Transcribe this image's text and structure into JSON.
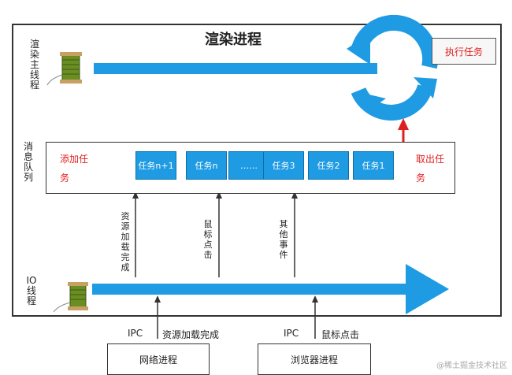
{
  "title": "渲染进程",
  "main_thread_label": "渲染主线程",
  "exec_task_label": "执行任务",
  "message_queue_label": "消息队列",
  "add_task_label": "添加任务",
  "take_task_label": "取出任务",
  "tasks": [
    "任务n+1",
    "任务n",
    "……",
    "任务3",
    "任务2",
    "任务1"
  ],
  "events": [
    "资源加载完成",
    "鼠标点击",
    "其他事件"
  ],
  "io_thread_label": "IO线程",
  "ipc": [
    {
      "protocol": "IPC",
      "event": "资源加载完成",
      "source": "网络进程"
    },
    {
      "protocol": "IPC",
      "event": "鼠标点击",
      "source": "浏览器进程"
    }
  ],
  "watermark": "@稀土掘金技术社区",
  "colors": {
    "accent": "#1e9be3",
    "red": "#e02020",
    "thread": "#5a8a2a"
  }
}
